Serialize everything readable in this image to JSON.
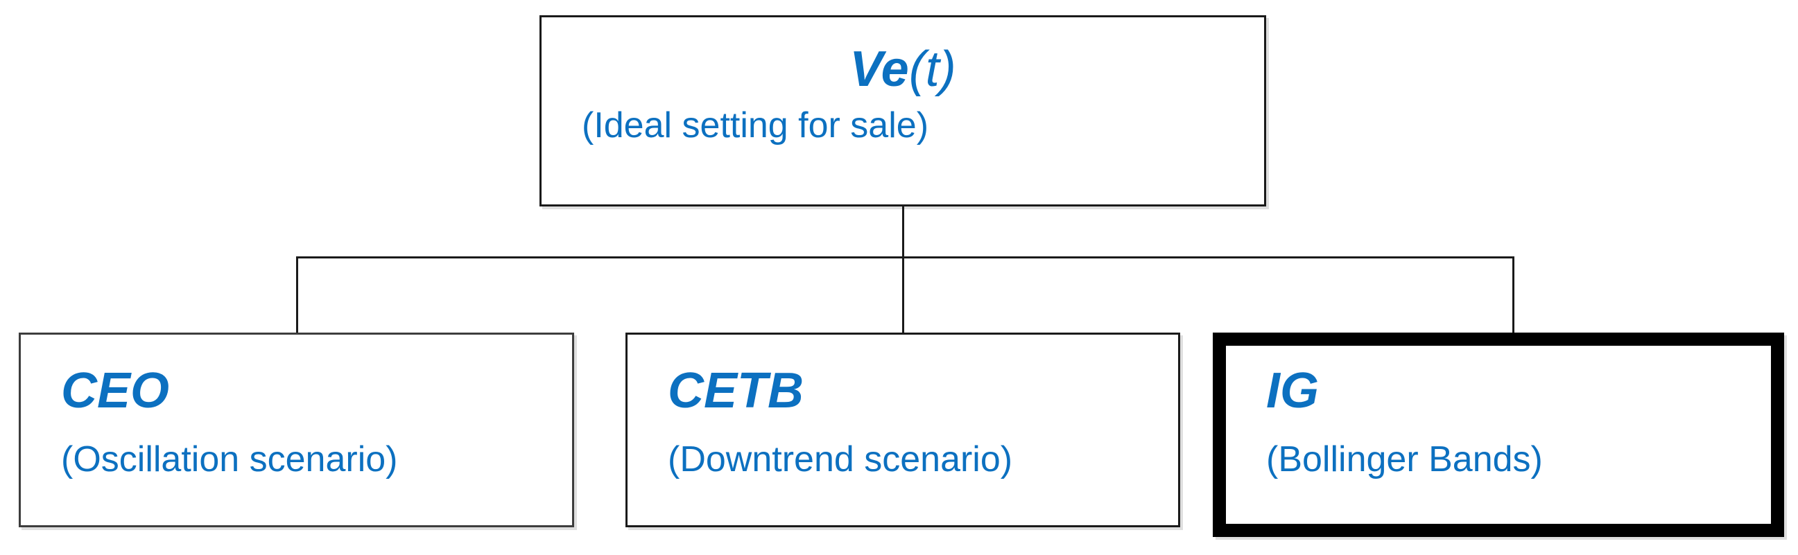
{
  "colors": {
    "accent_blue": "#0C70C0",
    "line_strong": "#1a1a1a",
    "line_mid": "#3d3d3d",
    "line_heavy": "#000000",
    "background": "#ffffff"
  },
  "diagram": {
    "root": {
      "title_bold": "Ve",
      "title_light": "(t)",
      "subtitle": "(Ideal setting for sale)"
    },
    "children": [
      {
        "id": "ceo",
        "title": "CEO",
        "subtitle": "(Oscillation scenario)",
        "emphasized": false
      },
      {
        "id": "cetb",
        "title": "CETB",
        "subtitle": "(Downtrend scenario)",
        "emphasized": false
      },
      {
        "id": "ig",
        "title": "IG",
        "subtitle": "(Bollinger Bands)",
        "emphasized": true
      }
    ]
  }
}
